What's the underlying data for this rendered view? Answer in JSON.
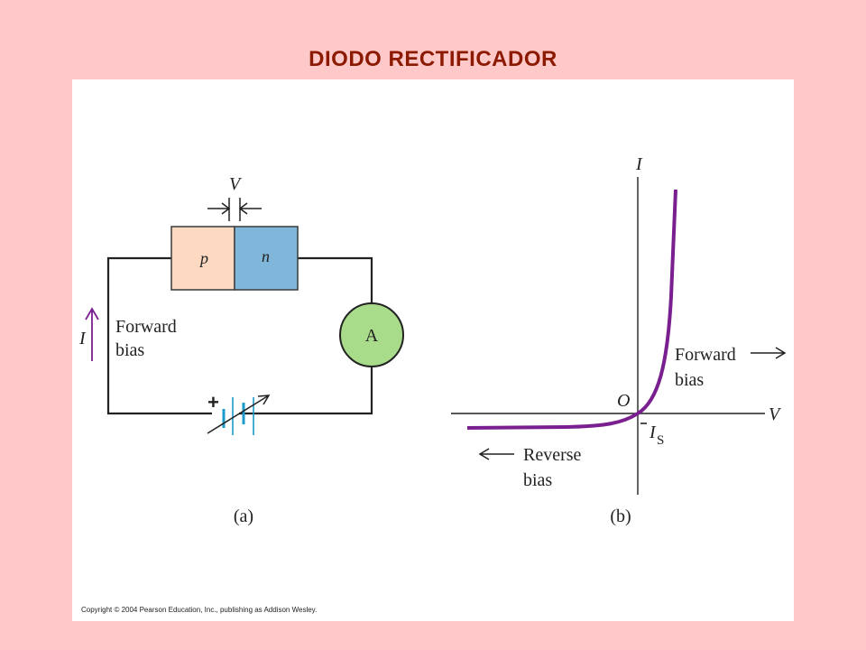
{
  "slide": {
    "title": "DIODO RECTIFICADOR"
  },
  "circuit": {
    "voltage_label": "V",
    "p_label": "p",
    "n_label": "n",
    "ammeter_label": "A",
    "current_label": "I",
    "bias_line1": "Forward",
    "bias_line2": "bias",
    "battery_plus": "+",
    "caption": "(a)"
  },
  "graph": {
    "y_axis_label": "I",
    "x_axis_label": "V",
    "origin_label": "O",
    "saturation_label": "I",
    "saturation_subscript": "S",
    "forward_line1": "Forward",
    "forward_line2": "bias",
    "reverse_line1": "Reverse",
    "reverse_line2": "bias",
    "caption": "(b)"
  },
  "colors": {
    "background": "#FFC9C9",
    "title": "#8B1A00",
    "p_region": "#FCD9C0",
    "n_region": "#7FB6D9",
    "ammeter": "#A8DC8A",
    "curve": "#7A1F8F",
    "battery": "#1B9ACB"
  },
  "copyright": "Copyright © 2004 Pearson Education, Inc., publishing as Addison Wesley."
}
